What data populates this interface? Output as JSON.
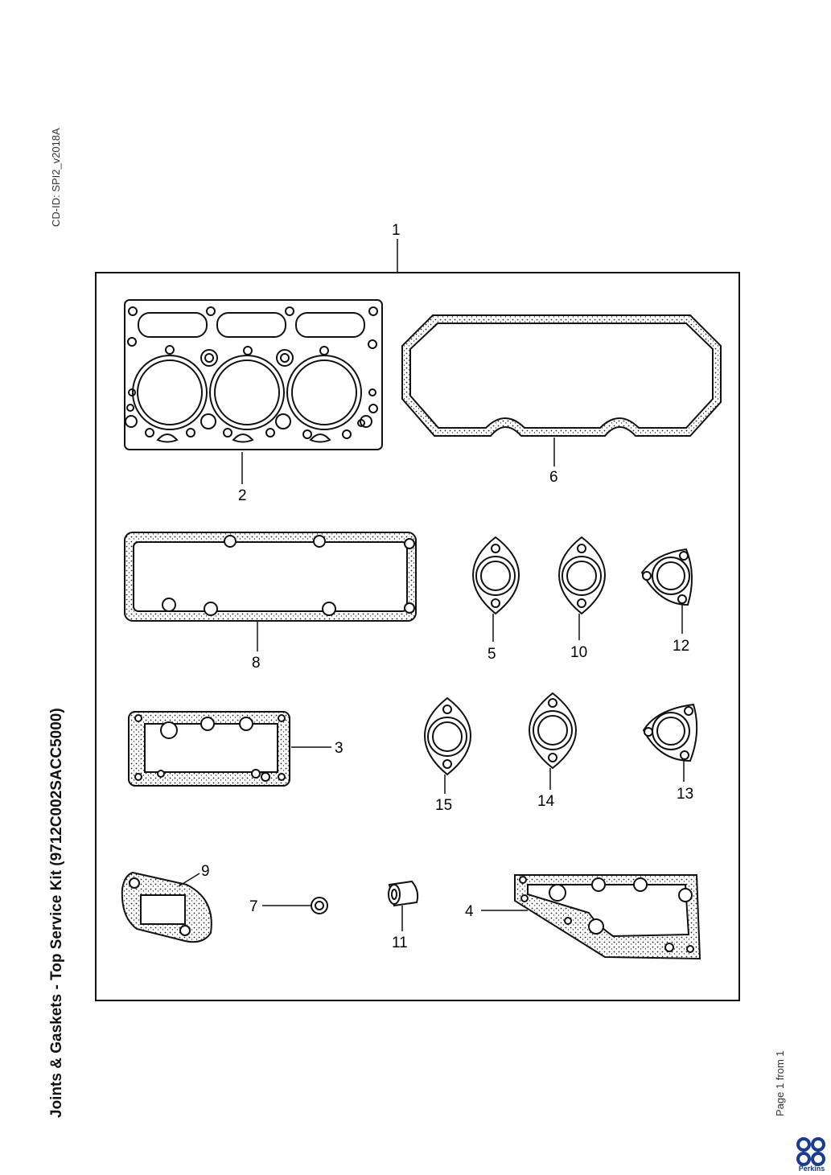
{
  "document": {
    "id_label": "CD-ID: SPI2_v2018A",
    "title": "Joints & Gaskets - Top Service Kit (9712C002SACC5000)",
    "page_indicator": "Page 1 from 1",
    "brand": "Perkins",
    "brand_color": "#1b3c8c"
  },
  "diagram": {
    "callouts": [
      "1",
      "2",
      "6",
      "8",
      "5",
      "10",
      "12",
      "3",
      "15",
      "14",
      "13",
      "9",
      "7",
      "11",
      "4"
    ],
    "parts": [
      {
        "callout": "1",
        "kind": "kit-boundary"
      },
      {
        "callout": "2",
        "kind": "cylinder-head-gasket"
      },
      {
        "callout": "6",
        "kind": "rocker-cover-gasket"
      },
      {
        "callout": "8",
        "kind": "manifold-gasket"
      },
      {
        "callout": "5",
        "kind": "two-bolt-flange-gasket"
      },
      {
        "callout": "10",
        "kind": "two-bolt-flange-gasket"
      },
      {
        "callout": "12",
        "kind": "three-bolt-flange-gasket"
      },
      {
        "callout": "3",
        "kind": "rectangular-gasket"
      },
      {
        "callout": "15",
        "kind": "two-bolt-flange-gasket"
      },
      {
        "callout": "14",
        "kind": "two-bolt-flange-gasket"
      },
      {
        "callout": "13",
        "kind": "three-bolt-flange-gasket"
      },
      {
        "callout": "9",
        "kind": "square-port-gasket"
      },
      {
        "callout": "7",
        "kind": "o-ring"
      },
      {
        "callout": "11",
        "kind": "sleeve"
      },
      {
        "callout": "4",
        "kind": "timing-case-gasket"
      }
    ]
  }
}
